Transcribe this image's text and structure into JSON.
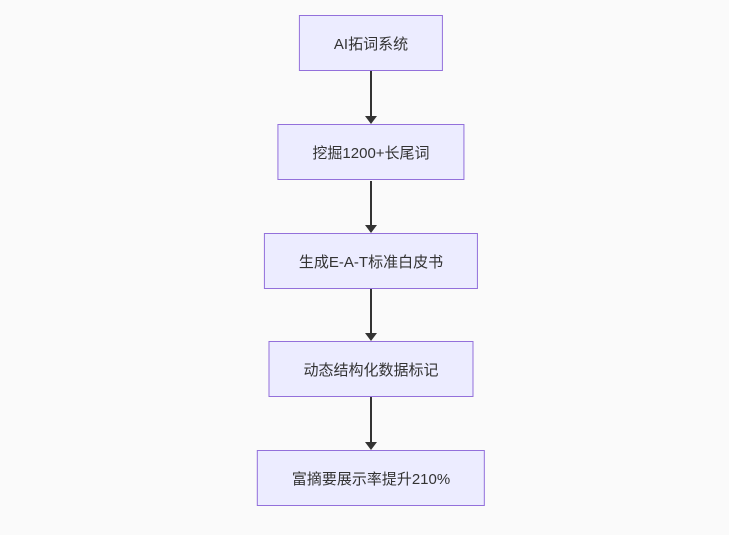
{
  "page": {
    "background_color": "#fafafa"
  },
  "flowchart": {
    "type": "vertical-flow",
    "direction": "top-down",
    "node_fill_color": "#ECECFF",
    "node_border_color": "#9370DB",
    "text_color": "#333333",
    "arrow_color": "#333333",
    "nodes": [
      {
        "label": "AI拓词系统"
      },
      {
        "label": "挖掘1200+长尾词"
      },
      {
        "label": "生成E-A-T标准白皮书"
      },
      {
        "label": "动态结构化数据标记"
      },
      {
        "label": "富摘要展示率提升210%"
      }
    ]
  }
}
